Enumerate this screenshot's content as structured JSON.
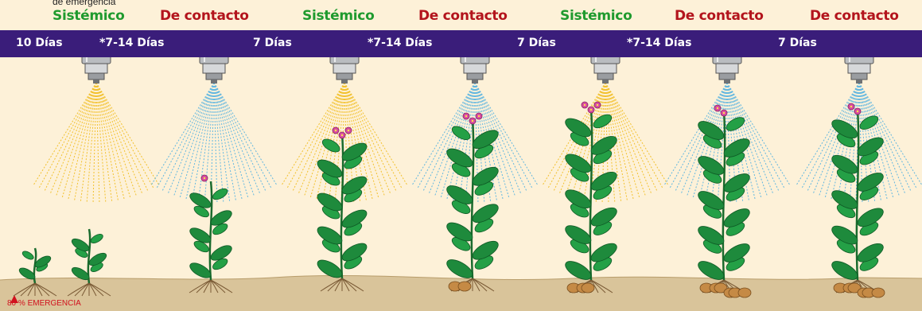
{
  "header_note": "de emergencia",
  "sprays": [
    {
      "type": "Sistémico",
      "kind": "systemic"
    },
    {
      "type": "De contacto",
      "kind": "contact"
    },
    {
      "type": "Sistémico",
      "kind": "systemic"
    },
    {
      "type": "De contacto",
      "kind": "contact"
    },
    {
      "type": "Sistémico",
      "kind": "systemic"
    },
    {
      "type": "De contacto",
      "kind": "contact"
    },
    {
      "type": "De contacto",
      "kind": "contact"
    }
  ],
  "intervals": [
    "10 Días",
    "*7-14 Días",
    "7 Días",
    "*7-14 Días",
    "7 Días",
    "*7-14 Días",
    "7 Días"
  ],
  "emergence_label": "80 % EMERGENCIA",
  "colors": {
    "systemic_text": "#1f9a2e",
    "contact_text": "#b3141c",
    "systemic_spray": "#f2c12e",
    "contact_spray": "#62b7e0",
    "band": "#3a1d7a",
    "soil": "#d9c49a",
    "leaf": "#1e8a3c",
    "flower": "#d84fa0",
    "tuber": "#c58a45"
  }
}
